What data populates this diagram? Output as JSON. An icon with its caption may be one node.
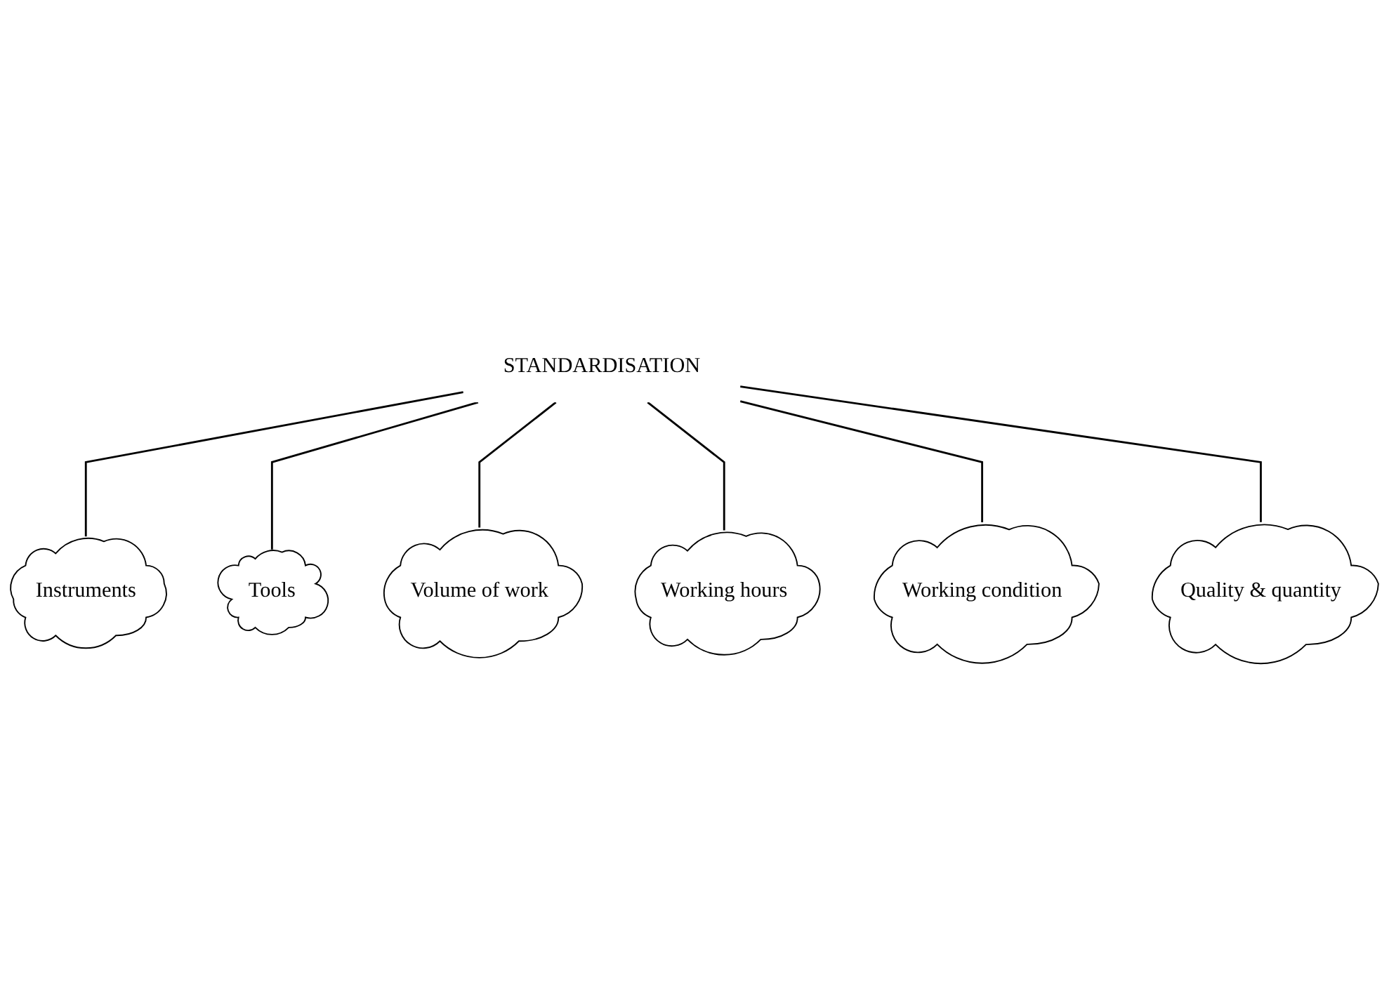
{
  "diagram": {
    "nodes": [
      {
        "text": [
          "Instruments"
        ]
      },
      {
        "text": [
          "Tools"
        ]
      },
      {
        "text": [
          "STANDARDISATION"
        ]
      },
      {
        "text": [
          "Volume of work"
        ]
      },
      {
        "text": [
          "Working hours"
        ]
      },
      {
        "text": [
          "Working condition"
        ]
      },
      {
        "text": [
          "Quality & quantity"
        ]
      }
    ],
    "edges": [
      {
        "from": 2,
        "to": 0,
        "arrow": "none"
      },
      {
        "from": 2,
        "to": 1,
        "arrow": "none"
      },
      {
        "from": 2,
        "to": 3,
        "arrow": "none"
      },
      {
        "from": 2,
        "to": 4,
        "arrow": "none"
      },
      {
        "from": 2,
        "to": 5,
        "arrow": "none"
      },
      {
        "from": 2,
        "to": 6,
        "arrow": "none"
      }
    ]
  }
}
